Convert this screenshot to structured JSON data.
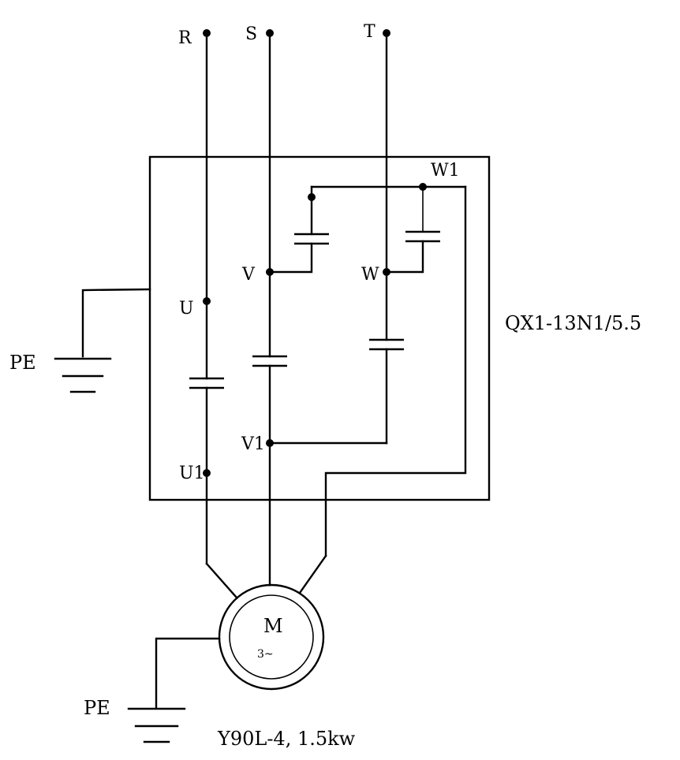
{
  "phases": {
    "r": "R",
    "s": "S",
    "t": "T"
  },
  "terminals": {
    "u": "U",
    "v": "V",
    "w": "W",
    "u1": "U1",
    "v1": "V1",
    "w1": "W1"
  },
  "starter_model": "QX1-13N1/5.5",
  "ground_label": "PE",
  "motor": {
    "symbol": "M",
    "phase": "3~",
    "model": "Y90L-4, 1.5kw"
  }
}
